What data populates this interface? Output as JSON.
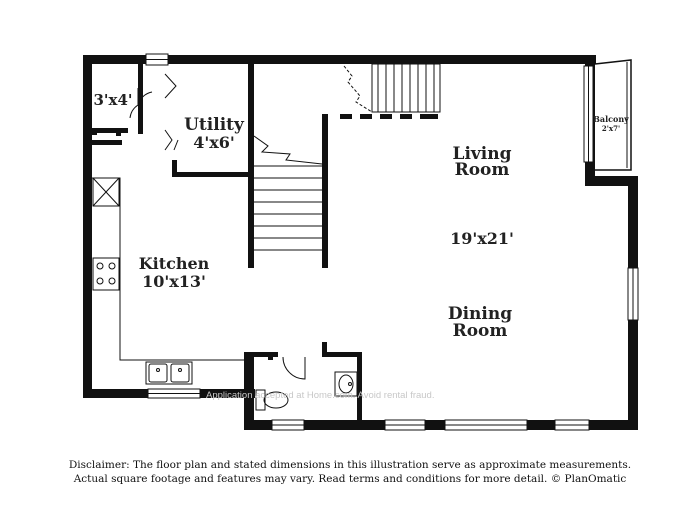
{
  "rooms": {
    "closet": {
      "dims": "3'x4'"
    },
    "utility": {
      "name": "Utility",
      "dims": "4'x6'"
    },
    "balcony": {
      "name": "Balcony",
      "dims": "2'x7'"
    },
    "living": {
      "name_line1": "Living",
      "name_line2": "Room"
    },
    "main_dims": "19'x21'",
    "dining": {
      "name_line1": "Dining",
      "name_line2": "Room"
    },
    "kitchen": {
      "name": "Kitchen",
      "dims": "10'x13'"
    }
  },
  "watermark": "Application accepted at Home.com. Avoid rental fraud.",
  "disclaimer": {
    "line1": "Disclaimer: The floor plan and stated dimensions in this illustration serve as approximate measurements.",
    "line2": "Actual square footage and features may vary. Read terms and conditions for more detail. © PlanOmatic"
  }
}
